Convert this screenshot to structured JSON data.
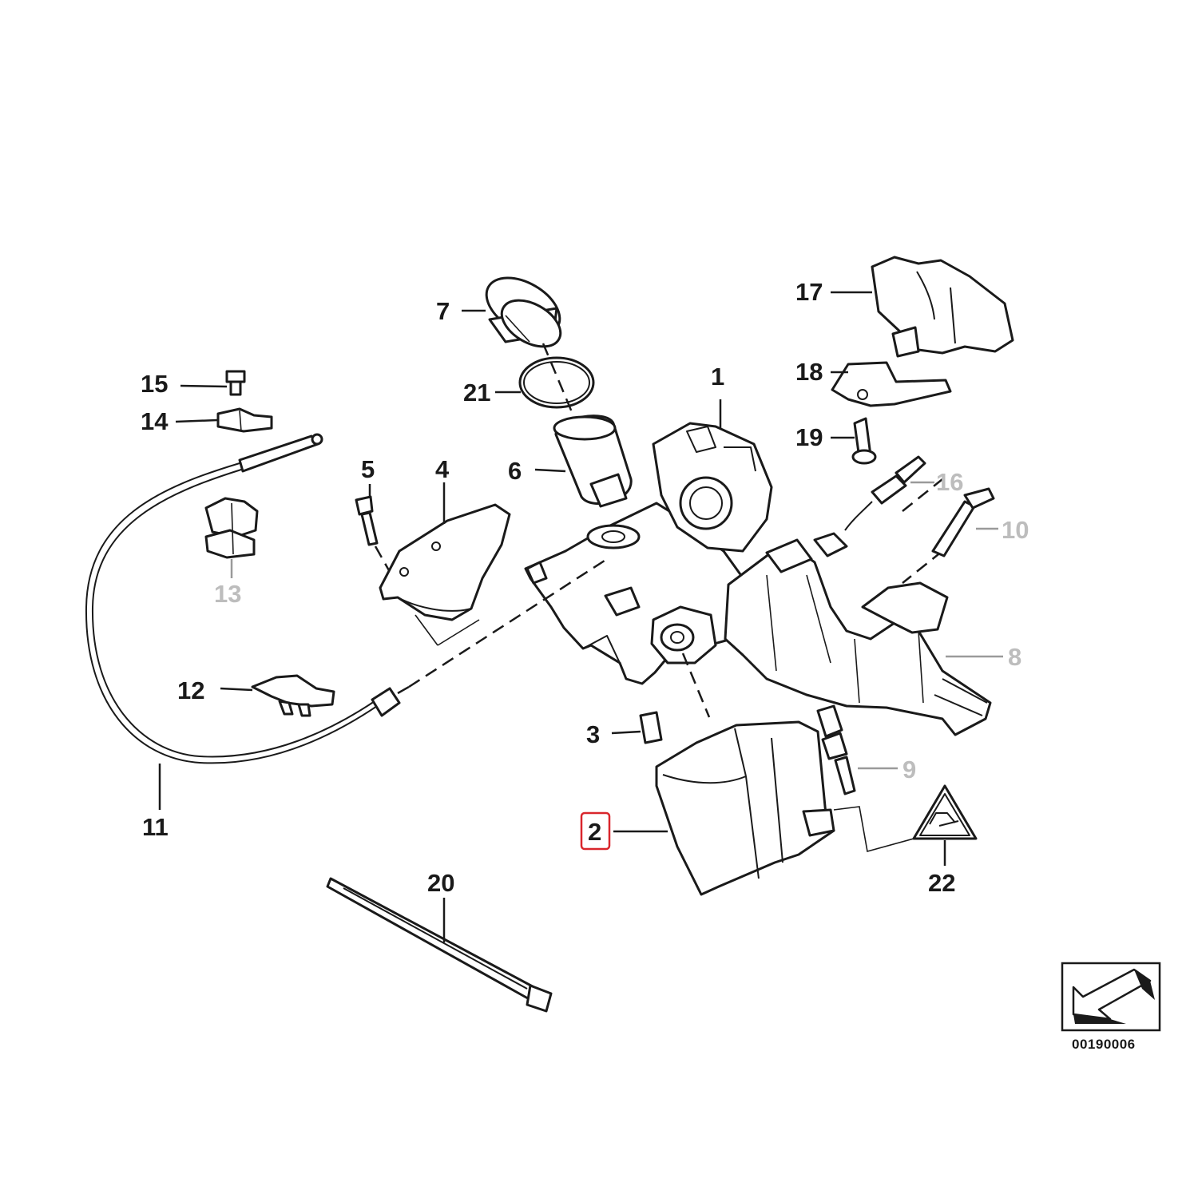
{
  "diagram": {
    "callouts": [
      {
        "id": "1",
        "label": "1",
        "dim": false
      },
      {
        "id": "2",
        "label": "2",
        "dim": false,
        "highlighted": true,
        "highlight_color": "#d9262c"
      },
      {
        "id": "3",
        "label": "3",
        "dim": false
      },
      {
        "id": "4",
        "label": "4",
        "dim": false
      },
      {
        "id": "5",
        "label": "5",
        "dim": false
      },
      {
        "id": "6",
        "label": "6",
        "dim": false
      },
      {
        "id": "7",
        "label": "7",
        "dim": false
      },
      {
        "id": "8",
        "label": "8",
        "dim": true
      },
      {
        "id": "9",
        "label": "9",
        "dim": true
      },
      {
        "id": "10",
        "label": "10",
        "dim": true
      },
      {
        "id": "11",
        "label": "11",
        "dim": false
      },
      {
        "id": "12",
        "label": "12",
        "dim": false
      },
      {
        "id": "13",
        "label": "13",
        "dim": true
      },
      {
        "id": "14",
        "label": "14",
        "dim": false
      },
      {
        "id": "15",
        "label": "15",
        "dim": false
      },
      {
        "id": "16",
        "label": "16",
        "dim": true
      },
      {
        "id": "17",
        "label": "17",
        "dim": false
      },
      {
        "id": "18",
        "label": "18",
        "dim": false
      },
      {
        "id": "19",
        "label": "19",
        "dim": false
      },
      {
        "id": "20",
        "label": "20",
        "dim": false
      },
      {
        "id": "21",
        "label": "21",
        "dim": false
      },
      {
        "id": "22",
        "label": "22",
        "dim": false
      }
    ],
    "diagram_code": "00190006",
    "colors": {
      "line": "#1a1a1a",
      "dim_label": "#bdbdbd",
      "highlight": "#d9262c",
      "background": "#ffffff"
    },
    "icons": {
      "orientation": "direction-arrow-icon",
      "warning": "warning-triangle-icon"
    }
  }
}
